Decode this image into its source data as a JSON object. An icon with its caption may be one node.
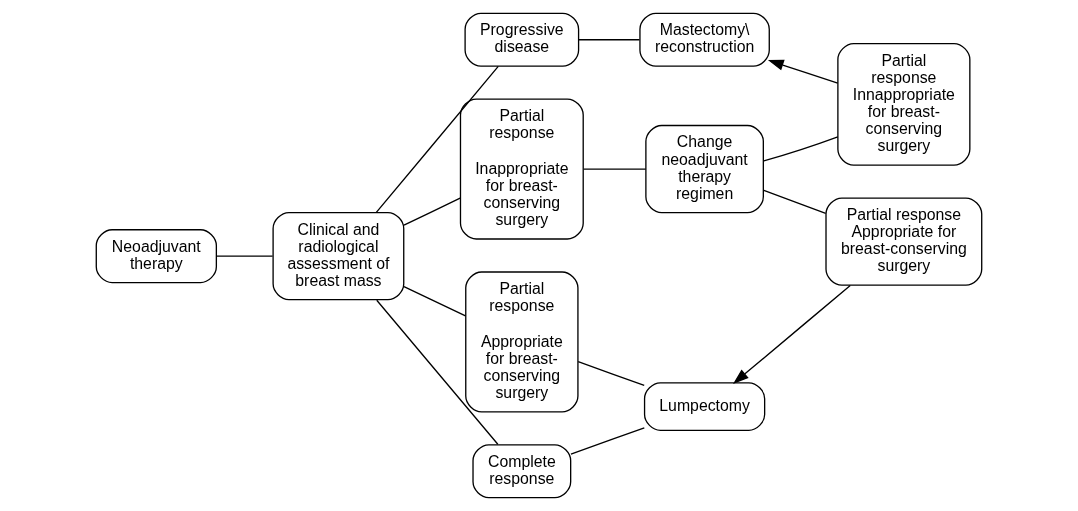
{
  "diagram": {
    "nodes": [
      {
        "text": [
          "Neoadjuvant therapy"
        ]
      },
      {
        "text": [
          "Clinical and radiological assessment of breast mass"
        ]
      },
      {
        "text": [
          "Progressive disease"
        ]
      },
      {
        "text": [
          "Mastectomy\\ reconstruction"
        ]
      },
      {
        "text": [
          "Partial response",
          "Inappropriate for breast-conserving surgery"
        ]
      },
      {
        "text": [
          "Change neoadjuvant therapy regimen"
        ]
      },
      {
        "text": [
          "Partial response Innappropriate for breast-conserving surgery"
        ]
      },
      {
        "text": [
          "Partial response",
          "Appropriate for breast-conserving surgery"
        ]
      },
      {
        "text": [
          "Lumpectomy"
        ]
      },
      {
        "text": [
          "Partial response Appropriate for breast-conserving surgery"
        ]
      },
      {
        "text": [
          "Complete response"
        ]
      }
    ],
    "edges": [
      {
        "from": 0,
        "to": 1,
        "arrow": "none"
      },
      {
        "from": 1,
        "to": 2,
        "arrow": "none"
      },
      {
        "from": 1,
        "to": 4,
        "arrow": "none"
      },
      {
        "from": 1,
        "to": 7,
        "arrow": "none"
      },
      {
        "from": 1,
        "to": 10,
        "arrow": "none"
      },
      {
        "from": 2,
        "to": 3,
        "arrow": "none"
      },
      {
        "from": 6,
        "to": 3,
        "arrow": "to"
      },
      {
        "from": 4,
        "to": 5,
        "arrow": "none"
      },
      {
        "from": 5,
        "to": 6,
        "arrow": "none"
      },
      {
        "from": 5,
        "to": 9,
        "arrow": "none"
      },
      {
        "from": 7,
        "to": 8,
        "arrow": "none"
      },
      {
        "from": 10,
        "to": 8,
        "arrow": "none"
      },
      {
        "from": 9,
        "to": 8,
        "arrow": "to"
      }
    ]
  }
}
